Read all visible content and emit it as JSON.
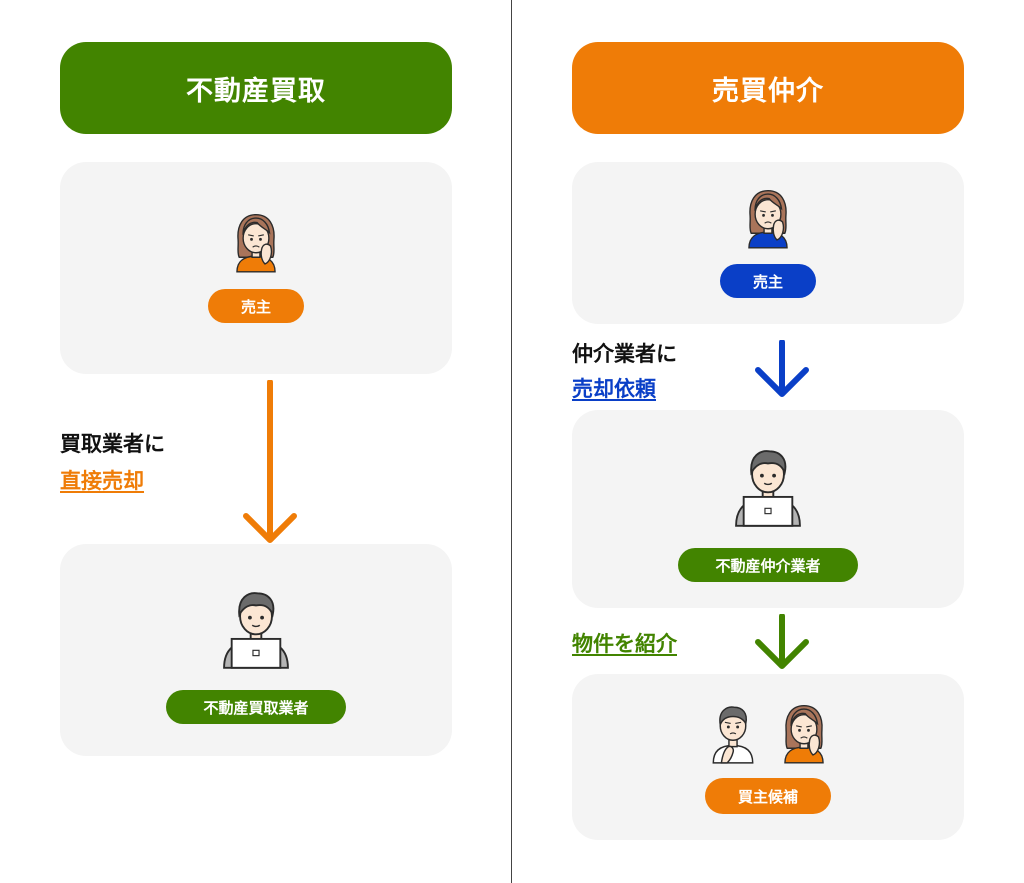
{
  "colors": {
    "green": "#428400",
    "orange": "#ef7c07",
    "blue": "#0a3fc7",
    "card_bg": "#f4f4f4"
  },
  "left": {
    "header": "不動産買取",
    "seller_label": "売主",
    "arrow_text_1": "買取業者に",
    "arrow_text_2": "直接売却",
    "buyer_label": "不動産買取業者"
  },
  "right": {
    "header": "売買仲介",
    "seller_label": "売主",
    "arrow1_text_1": "仲介業者に",
    "arrow1_text_2": "売却依頼",
    "agent_label": "不動産仲介業者",
    "arrow2_text": "物件を紹介",
    "buyers_label": "買主候補"
  },
  "icons": {
    "seller_left": "worried-woman-icon",
    "buyer_left": "businessman-laptop-icon",
    "seller_right": "worried-woman-icon",
    "agent_right": "businessman-laptop-icon",
    "buyer_man": "thinking-man-icon",
    "buyer_woman": "worried-woman-icon",
    "arrow": "arrow-down-icon"
  }
}
